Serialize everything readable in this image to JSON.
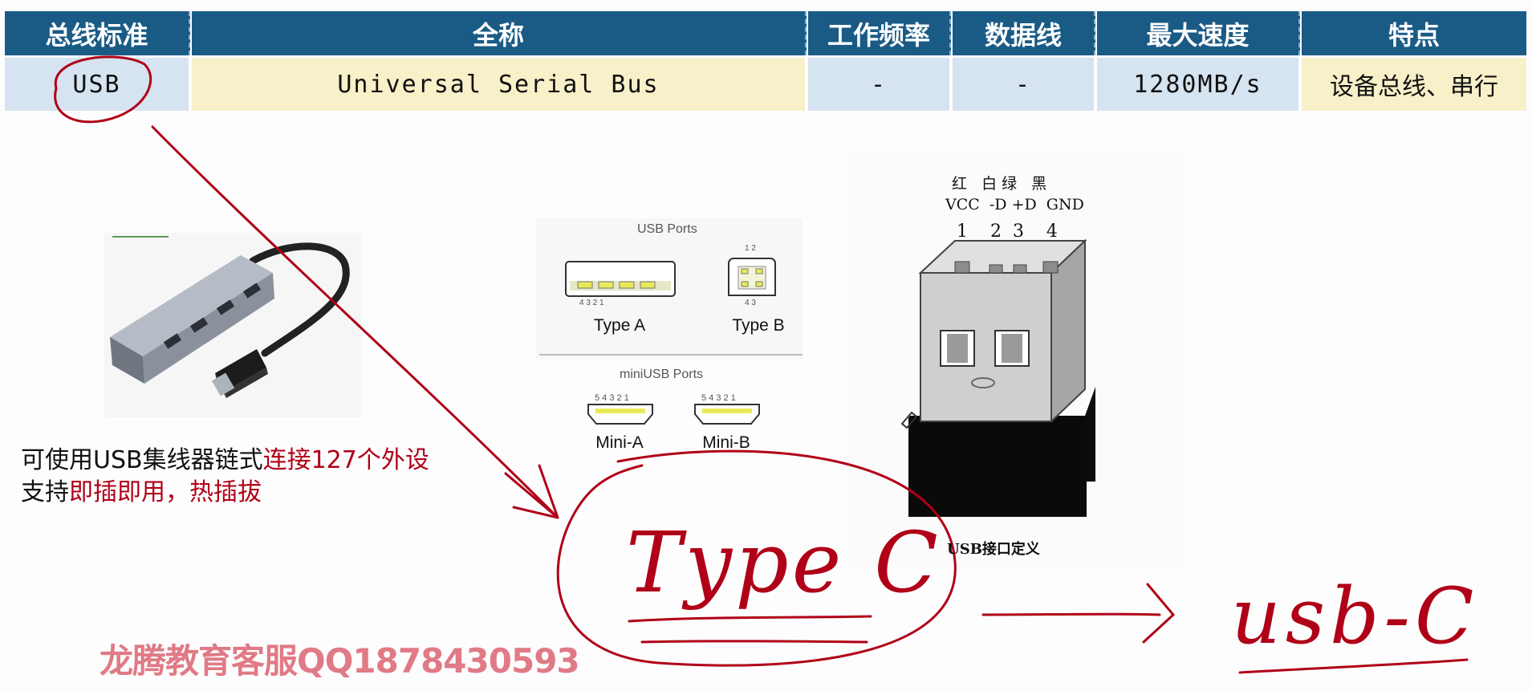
{
  "table": {
    "headers": [
      "总线标准",
      "全称",
      "工作频率",
      "数据线",
      "最大速度",
      "特点"
    ],
    "row": [
      "USB",
      "Universal Serial Bus",
      "-",
      "-",
      "1280MB/s",
      "设备总线、串行"
    ]
  },
  "hub_caption": {
    "line1_plain": "可使用USB集线器链式",
    "line1_red": "连接127个外设",
    "line2_plain": "支持",
    "line2_red": "即插即用，热插拔"
  },
  "ports": {
    "usb_title": "USB Ports",
    "type_a": "Type A",
    "type_b": "Type B",
    "mini_title": "miniUSB Ports",
    "mini_a": "Mini-A",
    "mini_b": "Mini-B",
    "pins_a": "4  3  2  1",
    "pins_b_top": "1  2",
    "pins_b_bottom": "4  3",
    "pins_mini": "5 4 3 2 1"
  },
  "connector": {
    "colors": "红   白 绿   黑",
    "signals": "VCC  -D +D  GND",
    "numbers": "1    2  3    4",
    "caption": "USB接口定义"
  },
  "handwriting": {
    "type_c": "Type C",
    "usb_c": "usb-C"
  },
  "watermark": "龙腾教育客服QQ1878430593",
  "colors": {
    "header_bg": "#1a5b86",
    "annotation_red": "#b00018",
    "watermark": "#e07a86"
  }
}
